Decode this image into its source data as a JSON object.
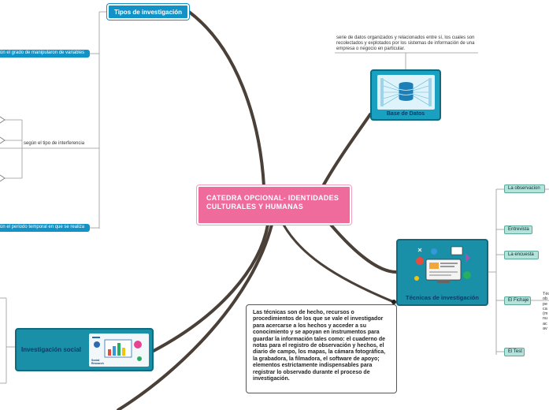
{
  "central_topic": "CATEDRA OPCIONAL- IDENTIDADES CULTURALES Y HUMANAS",
  "tipos": {
    "title": "Tipos de investigación",
    "branch_grado": "ún el grado de manipularon de variables",
    "branch_interferencia": "según el tipo de interferencia",
    "branch_temporal": "ún el periodo temporal en que se realiza"
  },
  "base_datos": {
    "title": "Base de Datos",
    "description": "serie de datos organizados y relacionados entre sí, los cuales son recolectados y explotados por los sistemas de información de una empresa o negocio en particular."
  },
  "tecnicas": {
    "title": "Técnicas de investigación",
    "leaves": [
      "La observacion",
      "Entrevista",
      "La encuesta",
      "El Fichaje",
      "El Test"
    ],
    "side_fragments": [
      "Téc",
      "ob",
      "pe",
      "ca",
      "(m",
      "nu",
      "ac",
      "av"
    ],
    "callout": "Las técnicas son de hecho, recursos o procedimientos de los que se vale el investigador para acercarse a los hechos y acceder a su conocimiento y se apoyan en instrumentos para guardar la información tales como: el cuaderno de notas para el registro de observación y hechos, el diario de campo, los mapas, la cámara fotográfica, la grabadora, la filmadora, el software de apoyo; elementos estrictamente indispensables para registrar lo observado durante el proceso de investigación."
  },
  "investigacion_social": {
    "title": "Investigación social",
    "image_caption": "Social Research"
  },
  "colors": {
    "central": "#ee6b9c",
    "tag_blue": "#1293c8",
    "teal": "#1a8fa8",
    "leaf": "#b3e3d9",
    "connector": "#4a4038"
  },
  "icons": [
    "database-icon",
    "analytics-icon",
    "social-research-icon"
  ]
}
